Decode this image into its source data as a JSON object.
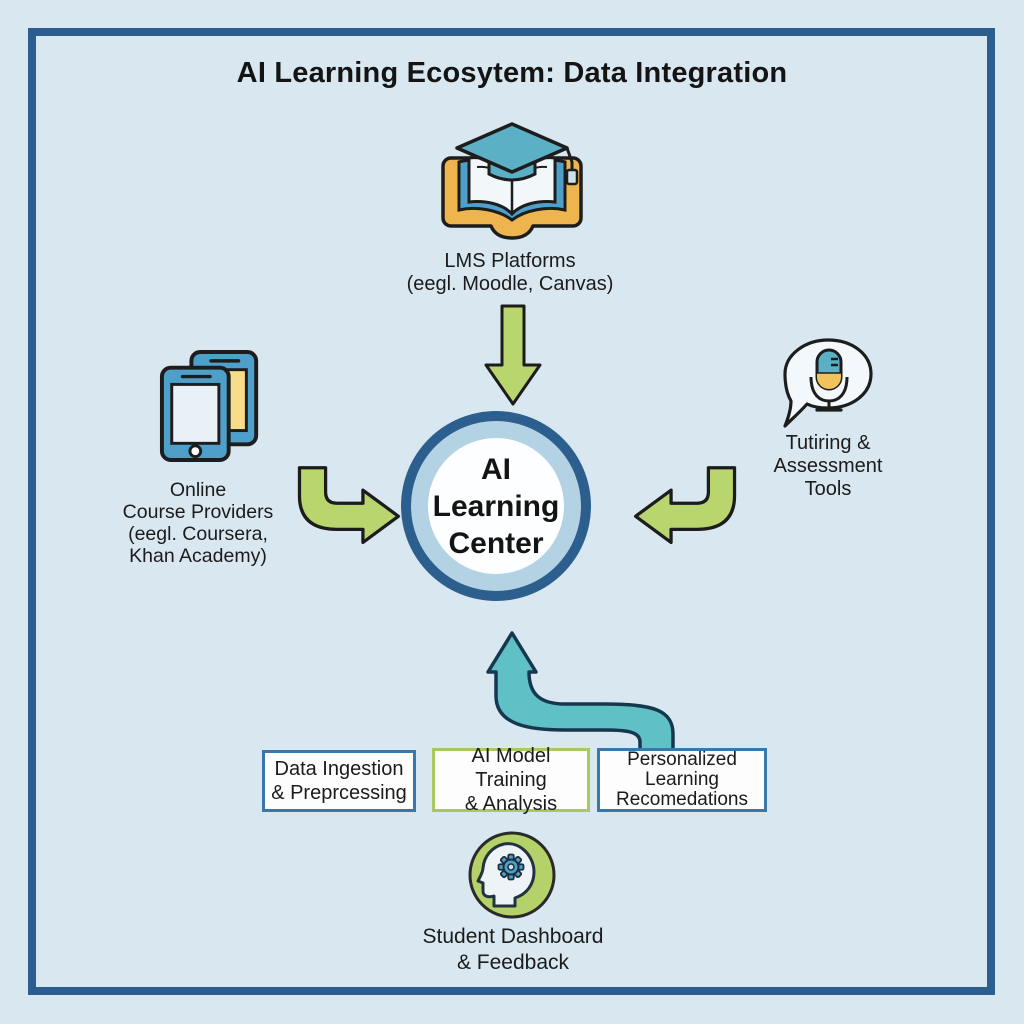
{
  "diagram": {
    "title": "AI Learning Ecosytem: Data Integration",
    "center_node": {
      "lines": [
        "AI",
        "Learning",
        "Center"
      ]
    },
    "nodes": {
      "lms": {
        "icon": "graduation-cap-open-book-icon",
        "lines": [
          "LMS Platforms",
          "(eegl. Moodle, Canvas)"
        ]
      },
      "online_course_providers": {
        "icon": "tablets-icon",
        "lines": [
          "Online",
          "Course Providers",
          "(eegl. Coursera,",
          "Khan Academy)"
        ]
      },
      "tutoring_assessment": {
        "icon": "speech-bubble-microphone-icon",
        "lines": [
          "Tutiring &",
          "Assessment",
          "Tools"
        ]
      },
      "student_dashboard": {
        "icon": "head-with-gear-icon",
        "lines": [
          "Student Dashboard",
          "& Feedback"
        ]
      }
    },
    "process_boxes": [
      {
        "lines": [
          "Data Ingestion",
          "& Preprcessing"
        ],
        "border_color": "#3878ad"
      },
      {
        "lines": [
          "AI Model Training",
          "& Analysis"
        ],
        "border_color": "#a9c85d"
      },
      {
        "lines": [
          "Personalized",
          "Learning",
          "Recomedations"
        ],
        "border_color": "#3878ad"
      }
    ],
    "arrows": [
      {
        "id": "lms-to-center",
        "direction": "down",
        "color": "#b9d56e"
      },
      {
        "id": "courses-to-center",
        "direction": "right",
        "color": "#b9d56e"
      },
      {
        "id": "tutoring-to-center",
        "direction": "left",
        "color": "#b9d56e"
      },
      {
        "id": "recommendations-to-center",
        "direction": "up",
        "color": "#5fc0c5"
      }
    ],
    "colors": {
      "background": "#d9e8f0",
      "frame": "#2b5e8f",
      "circle_outer_ring": "#2d5f8e",
      "circle_inner_ring": "#b3d2e4",
      "circle_fill": "#fdfeff",
      "green_arrow": "#b9d56e",
      "teal_arrow": "#5fc0c5",
      "icon_blue": "#4e9fca",
      "icon_teal": "#57aec4",
      "icon_yellow": "#f2c35c",
      "icon_pale": "#e9f1f7",
      "icon_green_circle": "#b5d169",
      "text": "#1a1a1a"
    }
  }
}
